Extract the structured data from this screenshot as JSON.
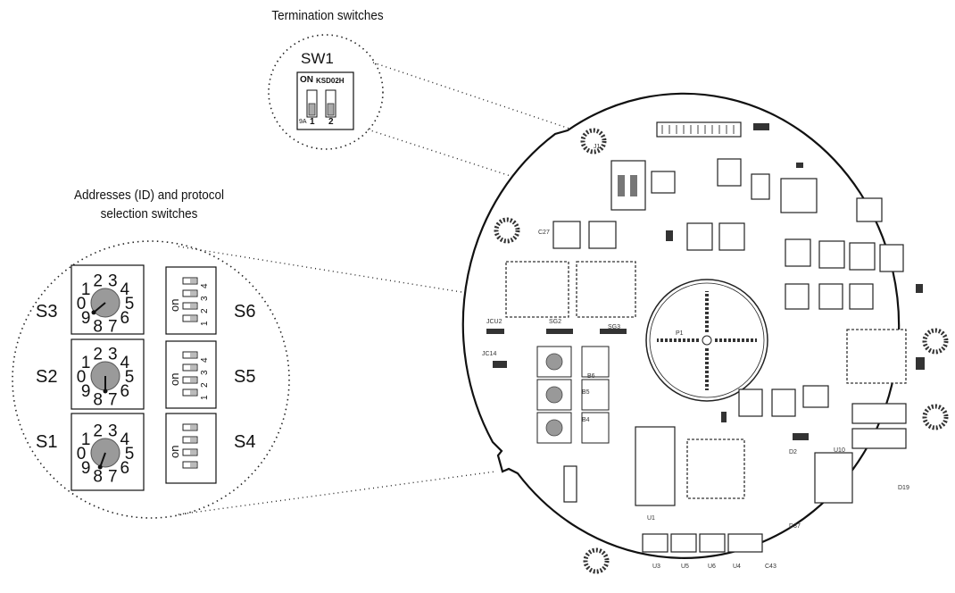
{
  "captions": {
    "termination": "Termination switches",
    "addresses_line1": "Addresses (ID) and protocol",
    "addresses_line2": "selection  switches"
  },
  "sw1": {
    "title": "SW1",
    "on_label": "ON",
    "part": "KSD02H",
    "ref": "9A",
    "pos1": "1",
    "pos2": "2"
  },
  "rotary_switches": [
    {
      "name": "S3"
    },
    {
      "name": "S2"
    },
    {
      "name": "S1"
    }
  ],
  "dip_switches": [
    {
      "name": "S6",
      "on": "on",
      "numbers": [
        "1",
        "2",
        "3",
        "4"
      ]
    },
    {
      "name": "S5",
      "on": "on",
      "numbers": [
        "1",
        "2",
        "3",
        "4"
      ]
    },
    {
      "name": "S4",
      "on": "on",
      "numbers": []
    }
  ],
  "dial_digits": [
    "0",
    "1",
    "2",
    "3",
    "4",
    "5",
    "6",
    "7",
    "8",
    "9"
  ],
  "colors": {
    "line": "#111111",
    "board_fill": "#ffffff",
    "knob": "#9a9a9a",
    "component": "#444444"
  }
}
